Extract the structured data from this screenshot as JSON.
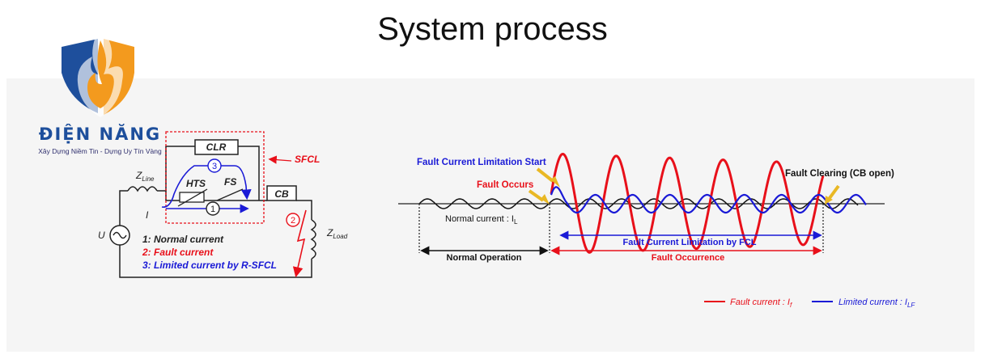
{
  "page": {
    "title": "System process"
  },
  "logo": {
    "brand": "ĐIỆN NĂNG",
    "slogan": "Xây Dựng Niềm Tin - Dựng Uy Tín Vàng"
  },
  "circuit": {
    "clr": "CLR",
    "sfcl": "SFCL",
    "hts": "HTS",
    "fs": "FS",
    "cb": "CB",
    "z_line": "Z",
    "z_line_sub": "Line",
    "z_load": "Z",
    "z_load_sub": "Load",
    "source": "U",
    "current": "I",
    "marker_1": "1",
    "marker_2": "2",
    "marker_3": "3",
    "legend": [
      "1: Normal current",
      "2: Fault current",
      "3: Limited current by R-SFCL"
    ]
  },
  "waveform": {
    "fault_limitation_start": "Fault Current Limitation Start",
    "fault_occurs": "Fault Occurs",
    "fault_clearing": "Fault Clearing (CB open)",
    "normal_current": "Normal current : I",
    "normal_current_sub": "L",
    "fcl_range": "Fault Current Limitation by FCL",
    "normal_operation": "Normal Operation",
    "fault_occurrence": "Fault Occurrence",
    "legend_fault": "Fault current : I",
    "legend_fault_sub": "f",
    "legend_limited": "Limited current : I",
    "legend_limited_sub": "LF"
  },
  "colors": {
    "fault": "#e8101a",
    "limited": "#1a1ad6",
    "normal": "#111111",
    "arrow_marker": "#e9b824",
    "logo_blue": "#1e4f9c",
    "logo_orange": "#f39a1e"
  }
}
